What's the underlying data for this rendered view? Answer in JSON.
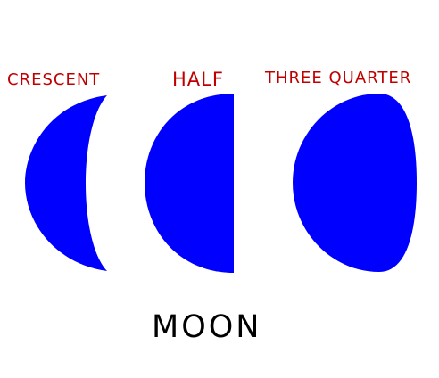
{
  "labels": {
    "crescent": "CRESCENT",
    "half": "HALF",
    "three_quarter": "THREE QUARTER"
  },
  "title": "MOON",
  "colors": {
    "moon_fill": "#0000ff",
    "label_color": "#c00000",
    "title_color": "#000000",
    "background": "#ffffff"
  }
}
